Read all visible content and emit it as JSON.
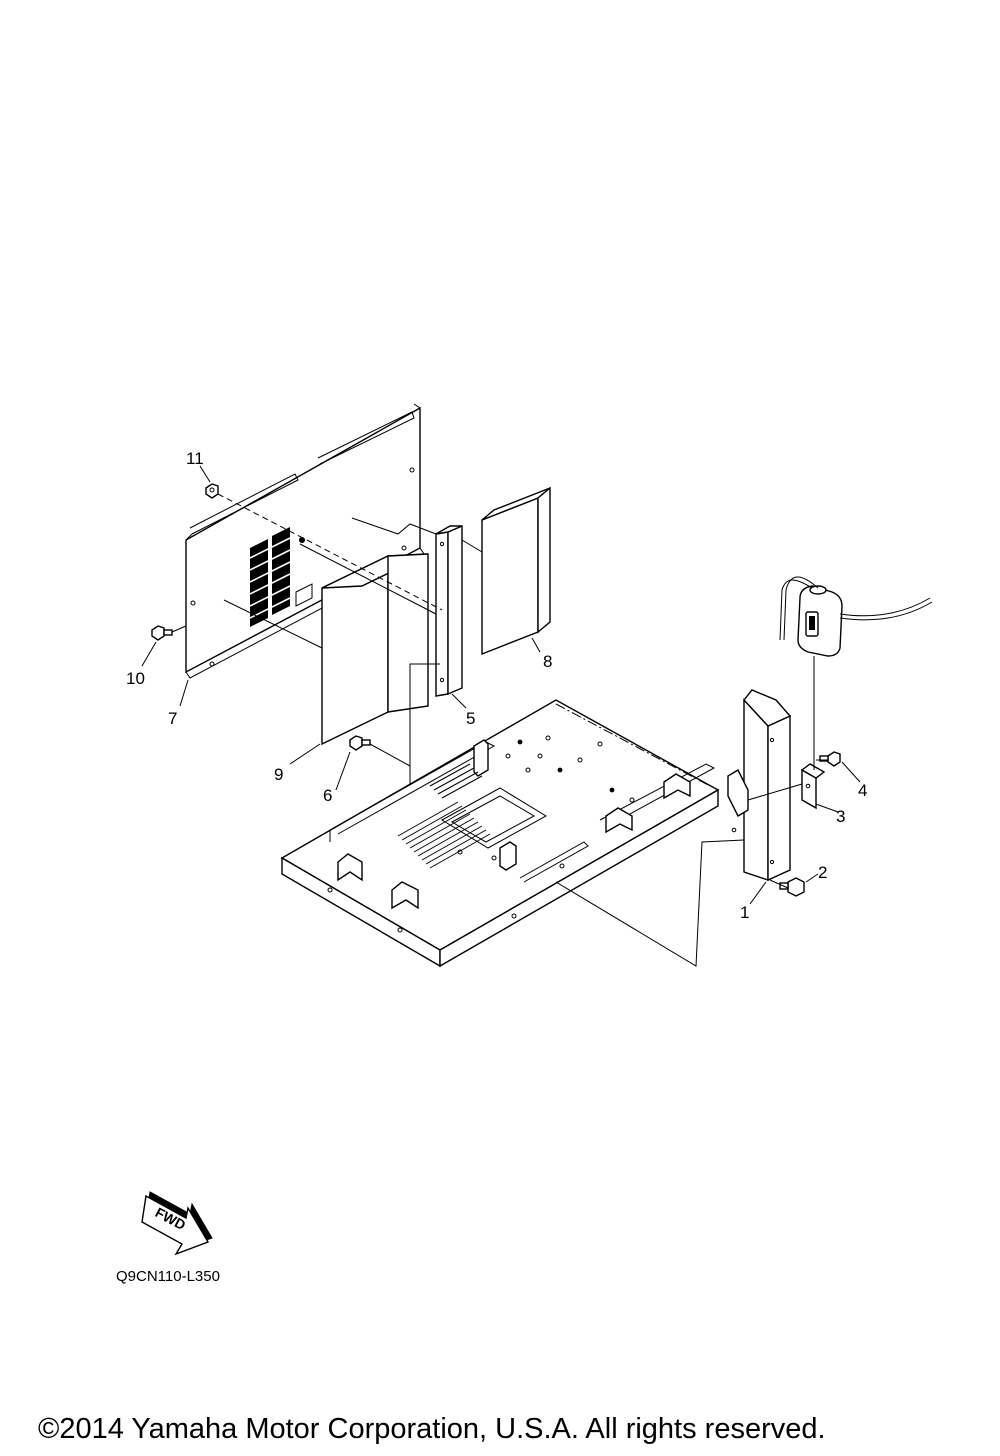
{
  "diagram": {
    "callouts": [
      {
        "id": "1",
        "label": "1"
      },
      {
        "id": "2",
        "label": "2"
      },
      {
        "id": "3",
        "label": "3"
      },
      {
        "id": "4",
        "label": "4"
      },
      {
        "id": "5",
        "label": "5"
      },
      {
        "id": "6",
        "label": "6"
      },
      {
        "id": "7",
        "label": "7"
      },
      {
        "id": "8",
        "label": "8"
      },
      {
        "id": "9",
        "label": "9"
      },
      {
        "id": "10",
        "label": "10"
      },
      {
        "id": "11",
        "label": "11"
      }
    ],
    "fwd_label": "FWD",
    "diagram_code": "Q9CN110-L350",
    "copyright": "©2014 Yamaha Motor Corporation, U.S.A. All rights reserved."
  }
}
